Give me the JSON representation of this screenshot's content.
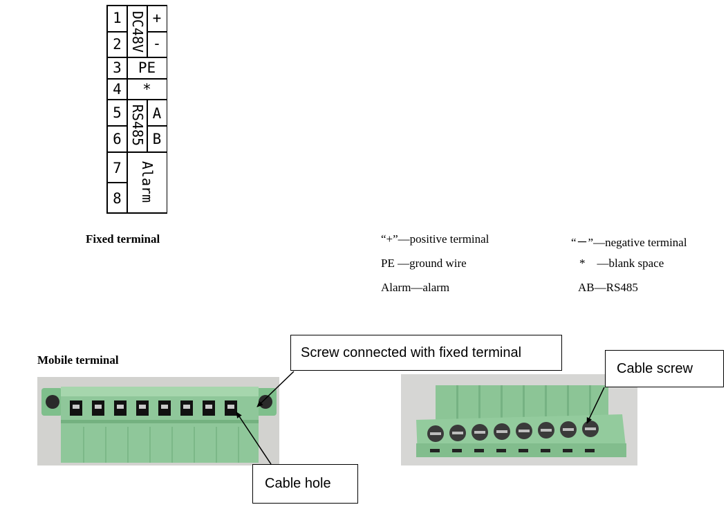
{
  "fixed_terminal": {
    "caption": "Fixed terminal",
    "pins": [
      "1",
      "2",
      "3",
      "4",
      "5",
      "6",
      "7",
      "8"
    ],
    "dc_label": "DC48V",
    "plus": "+",
    "minus": "-",
    "pe": "PE",
    "blank": "*",
    "rs485_label": "RS485",
    "a": "A",
    "b": "B",
    "alarm": "Alarm"
  },
  "legend": {
    "row1_left": "“+”—positive terminal",
    "row1_right": "“－”—negative terminal",
    "row2_left": "PE —ground wire",
    "row2_right": "*    —blank space",
    "row3_left": "Alarm—alarm",
    "row3_right": "AB—RS485"
  },
  "mobile_terminal": {
    "caption": "Mobile terminal",
    "callout_screw_fixed": "Screw connected with fixed terminal",
    "callout_cable_hole": "Cable hole",
    "callout_cable_screw": "Cable screw",
    "connector_color": "#8fc79a",
    "background_gray": "#d4d4d2"
  }
}
